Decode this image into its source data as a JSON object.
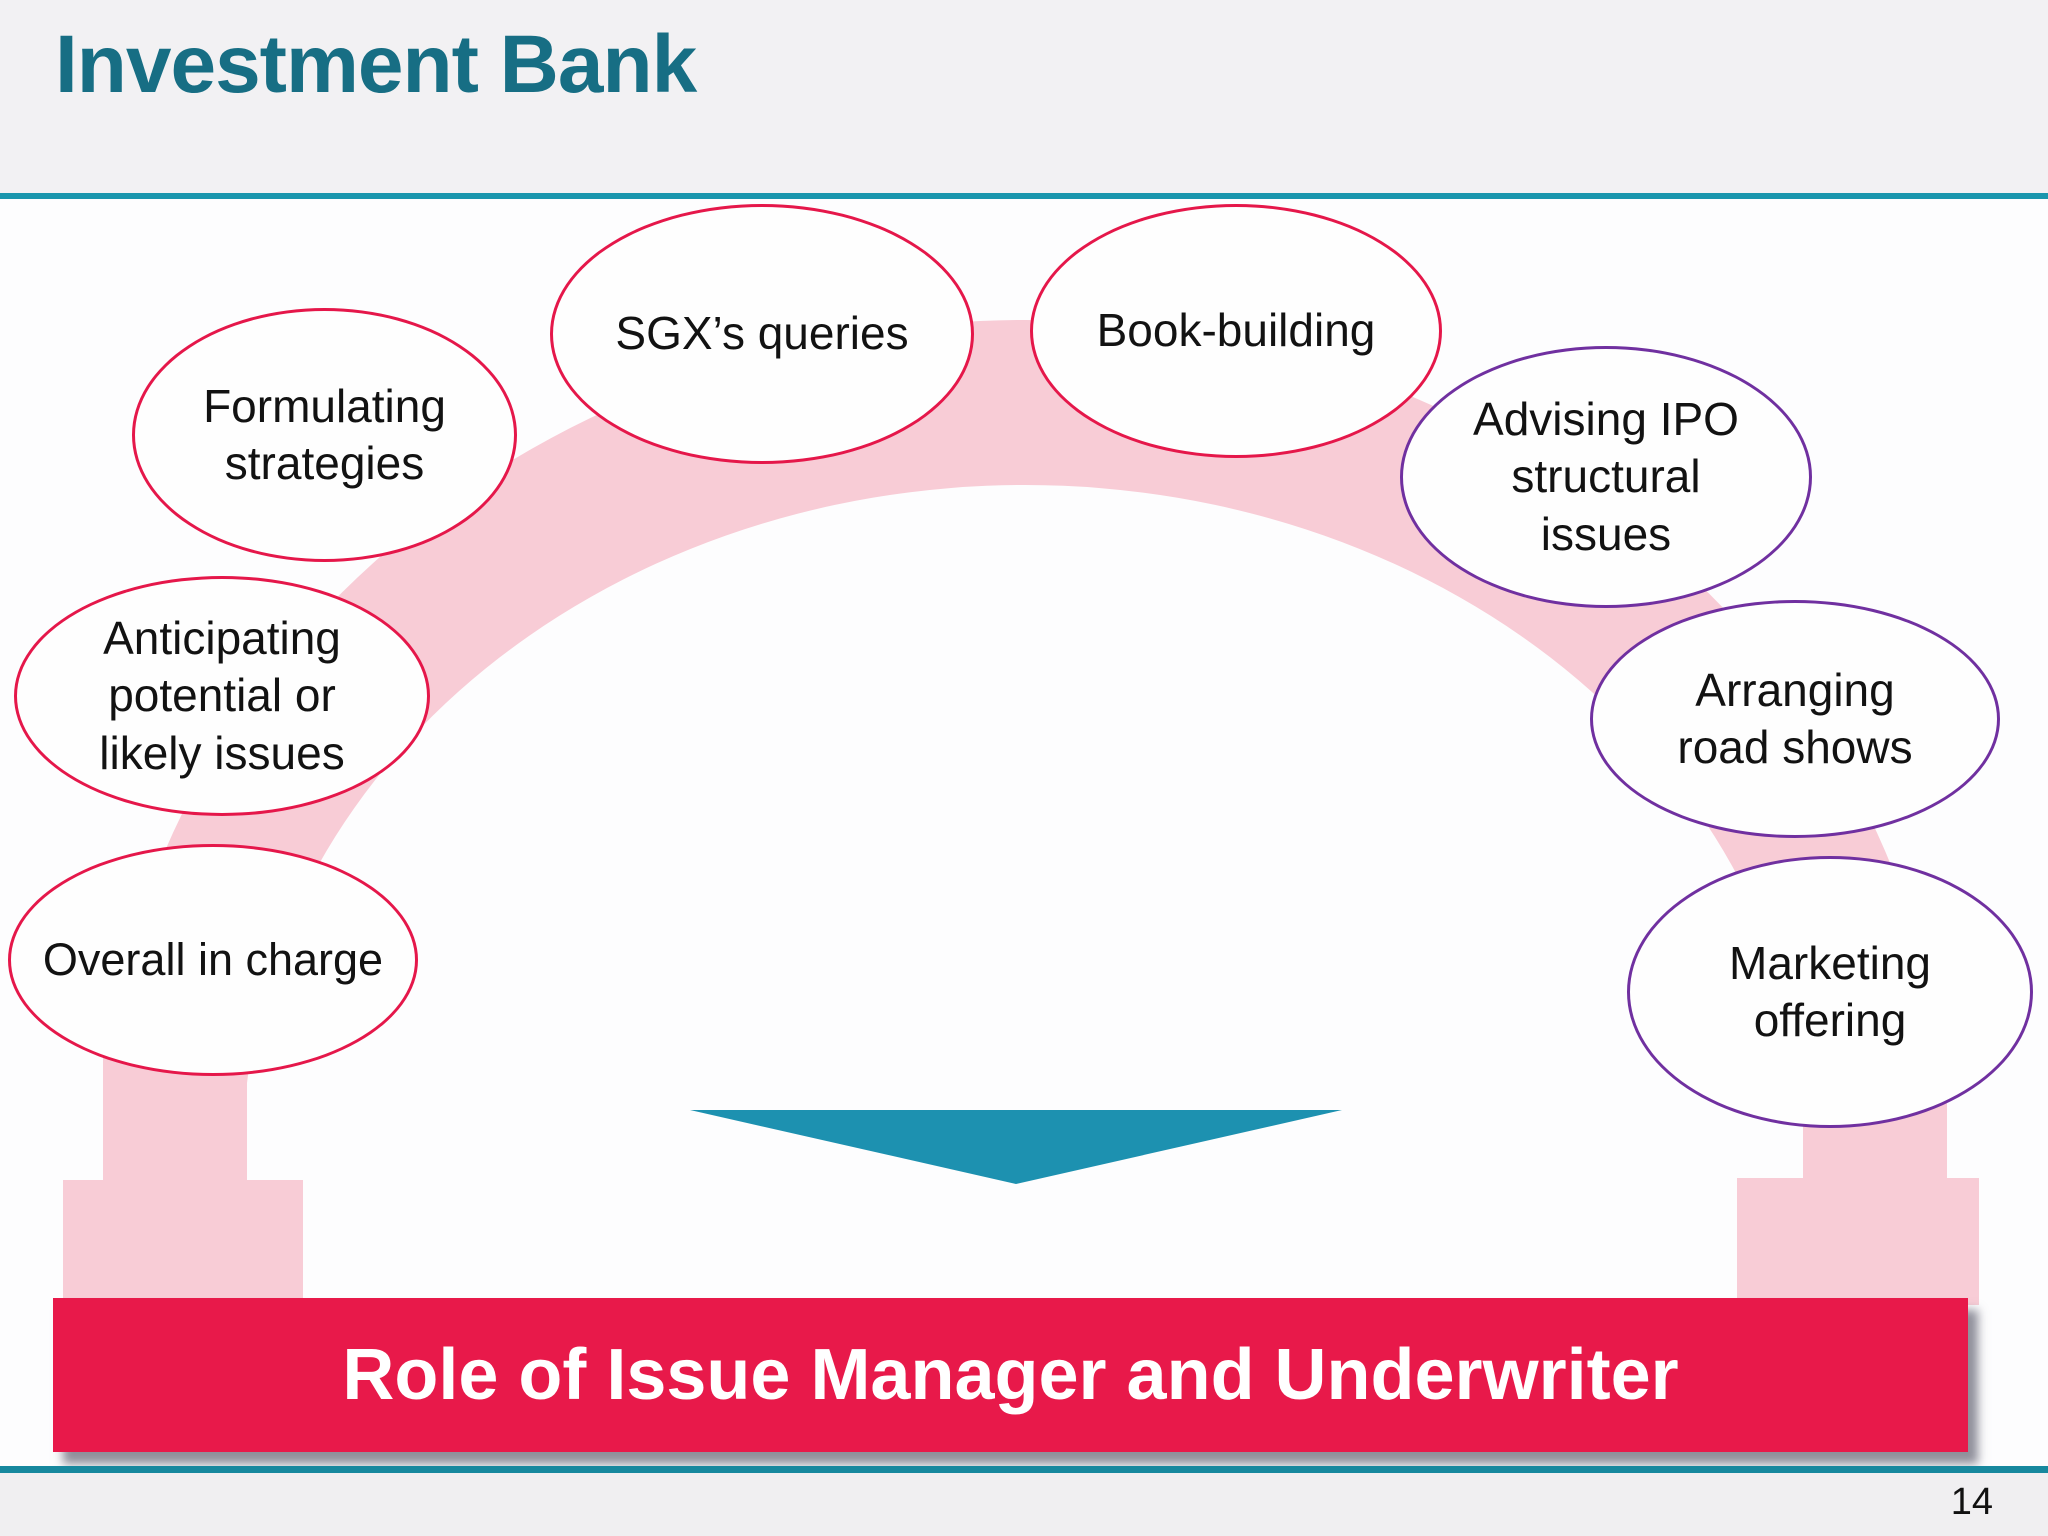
{
  "slide": {
    "title": "Investment Bank",
    "page_number": "14",
    "banner": {
      "label": "Role of Issue Manager and Underwriter",
      "bg_color": "#e8194a",
      "text_color": "#ffffff"
    },
    "ellipses": [
      {
        "id": "sgx-queries",
        "label": "SGX’s queries",
        "border_color": "#e5174a"
      },
      {
        "id": "book-building",
        "label": "Book-building",
        "border_color": "#e5174a"
      },
      {
        "id": "formulating",
        "label": "Formulating\nstrategies",
        "border_color": "#e5174a"
      },
      {
        "id": "advising-ipo",
        "label": "Advising IPO\nstructural\nissues",
        "border_color": "#7030a0"
      },
      {
        "id": "anticipating",
        "label": "Anticipating\npotential or\nlikely issues",
        "border_color": "#e5174a"
      },
      {
        "id": "arranging-roadshows",
        "label": "Arranging\nroad shows",
        "border_color": "#7030a0"
      },
      {
        "id": "overall-in-charge",
        "label": "Overall in charge",
        "border_color": "#e5174a"
      },
      {
        "id": "marketing-offering",
        "label": "Marketing\noffering",
        "border_color": "#7030a0"
      }
    ],
    "shapes": {
      "arch": "pink-arch-with-pillars",
      "arrow": "down-triangle"
    },
    "colors": {
      "title_teal": "#176e84",
      "divider_teal": "#1a96ad",
      "arrow_teal": "#1d91b0",
      "arch_pink": "#f8ccd6",
      "crimson": "#e5174a",
      "purple": "#7030a0",
      "header_bg": "#f2f1f3",
      "footer_bg": "#f0eff1"
    }
  }
}
